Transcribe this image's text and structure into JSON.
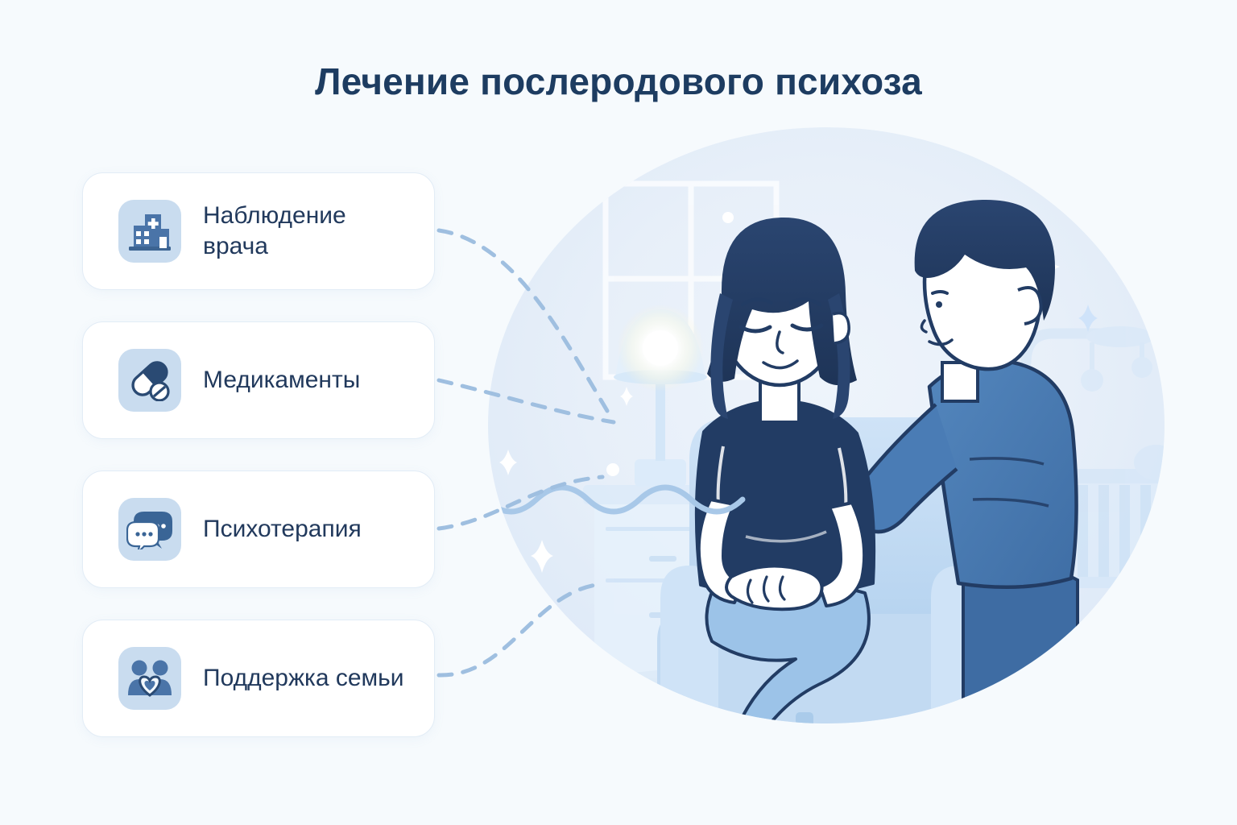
{
  "page": {
    "title": "Лечение послеродового психоза",
    "background_color": "#f6fafd",
    "title_color": "#1d3c61"
  },
  "cards": [
    {
      "label": "Наблюдение врача",
      "icon": "hospital-icon",
      "tile_color": "#c9dcef",
      "icon_color": "#4a74a8"
    },
    {
      "label": "Медикаменты",
      "icon": "pill-capsule-icon",
      "tile_color": "#c9dcef",
      "icon_color": "#2a4a73"
    },
    {
      "label": "Психотерапия",
      "icon": "speech-bubbles-icon",
      "tile_color": "#c9dcef",
      "icon_color": "#3a6596"
    },
    {
      "label": "Поддержка семьи",
      "icon": "family-heart-icon",
      "tile_color": "#c9dcef",
      "icon_color": "#4a74a8"
    }
  ],
  "connectors": {
    "style": "dashed-curve",
    "color": "#9fbfe0",
    "count": 4
  },
  "illustration": {
    "name": "couple-comforting-scene",
    "scene_elements": [
      "background-oval",
      "window",
      "sparkles",
      "table-lamp",
      "nightstand",
      "lamp-cord",
      "armchair",
      "woman-figure",
      "man-figure",
      "crib",
      "crib-mobile"
    ],
    "colors": {
      "oval": "#e6eef8",
      "navy": "#223c64",
      "mid_blue": "#4a7cb5",
      "light_blue": "#bcd6ef",
      "pale_blue": "#dcebf8",
      "skin": "#ffffff",
      "lamp_glow": "#ffffff"
    }
  }
}
